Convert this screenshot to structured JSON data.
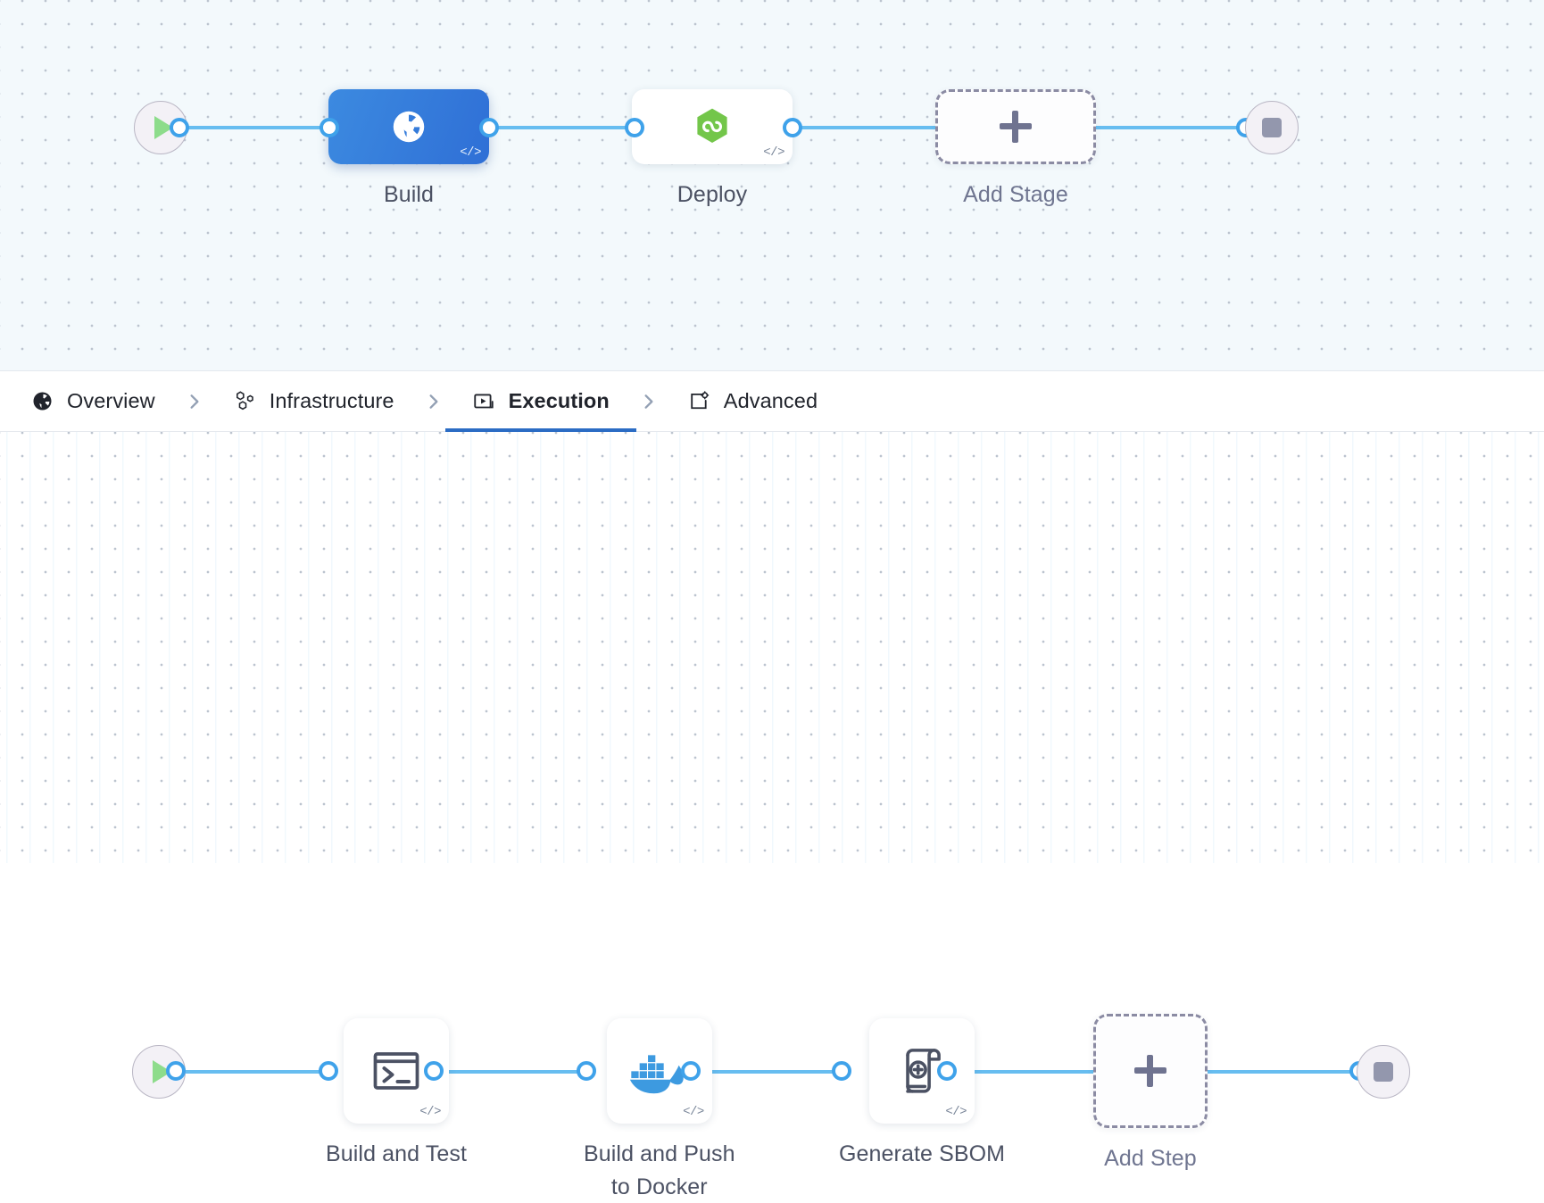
{
  "stage_graph": {
    "start_node": {
      "icon": "play-icon",
      "title": "Start"
    },
    "end_node": {
      "icon": "stop-icon",
      "title": "End"
    },
    "nodes": [
      {
        "label": "Build",
        "icon": "build-pie-icon",
        "selected": true,
        "code_badge": "</>"
      },
      {
        "label": "Deploy",
        "icon": "harness-hexagon-icon",
        "selected": false,
        "code_badge": "</>"
      }
    ],
    "add_node": {
      "label": "Add Stage",
      "icon": "plus-icon"
    }
  },
  "tabs": {
    "separator": "chevron-right-icon",
    "items": [
      {
        "label": "Overview",
        "icon": "overview-pie-icon",
        "active": false
      },
      {
        "label": "Infrastructure",
        "icon": "hexagon-cluster-icon",
        "active": false
      },
      {
        "label": "Execution",
        "icon": "play-box-icon",
        "active": true
      },
      {
        "label": "Advanced",
        "icon": "card-gear-icon",
        "active": false
      }
    ]
  },
  "step_graph": {
    "start_node": {
      "icon": "play-icon",
      "title": "Start"
    },
    "end_node": {
      "icon": "stop-icon",
      "title": "End"
    },
    "nodes": [
      {
        "label": "Build and Test",
        "icon": "terminal-icon",
        "code_badge": "</>"
      },
      {
        "label": "Build and Push\nto Docker",
        "icon": "docker-icon",
        "code_badge": "</>"
      },
      {
        "label": "Generate SBOM",
        "icon": "sbom-scroll-icon",
        "code_badge": "</>"
      }
    ],
    "add_node": {
      "label": "Add Step",
      "icon": "plus-icon"
    }
  },
  "colors": {
    "selected_stage": "#3079d9",
    "connector": "#67bdf0",
    "port": "#3fa2ea",
    "active_tab_underline": "#2b6cc4",
    "docker_blue": "#3d9ae0",
    "harness_green": "#73c64a",
    "play_green": "#8ddc8b",
    "stage_canvas_bg": "#f3f9fc",
    "step_canvas_bg": "#ffffff"
  }
}
